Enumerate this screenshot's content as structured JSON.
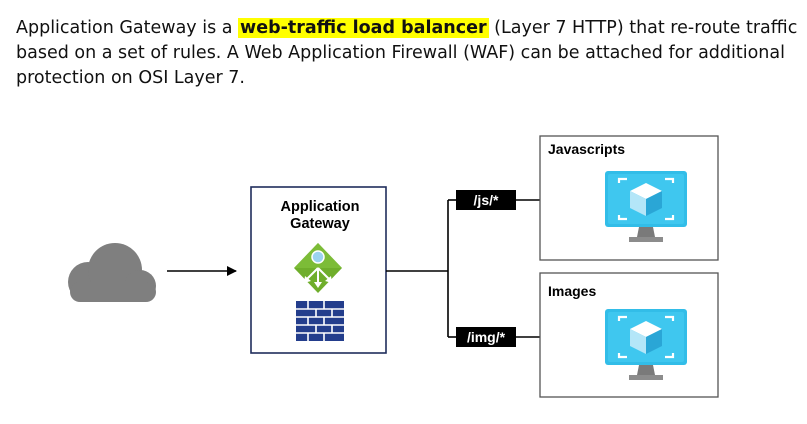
{
  "intro": {
    "part1": "Application Gateway is a ",
    "highlight": "web-traffic load balancer",
    "part2": " (Layer 7 HTTP) that re-route traffic based on a set of rules.  A Web Application Firewall (WAF) can be attached for additional protection on OSI Layer 7."
  },
  "diagram": {
    "gateway_title_line1": "Application",
    "gateway_title_line2": "Gateway",
    "route_js": "/js/*",
    "route_img": "/img/*",
    "target_js_title": "Javascripts",
    "target_img_title": "Images",
    "icons": {
      "client": "cloud-icon",
      "gateway": "application-gateway-icon",
      "firewall": "firewall-brick-icon",
      "vm": "virtual-machine-monitor-icon"
    },
    "colors": {
      "highlight": "#ffff00",
      "box_border": "#1f2d5c",
      "gateway_green": "#6fae2b",
      "firewall_blue": "#233d8c",
      "vm_cyan": "#32bde8",
      "cloud_gray": "#7f7f7f"
    }
  }
}
